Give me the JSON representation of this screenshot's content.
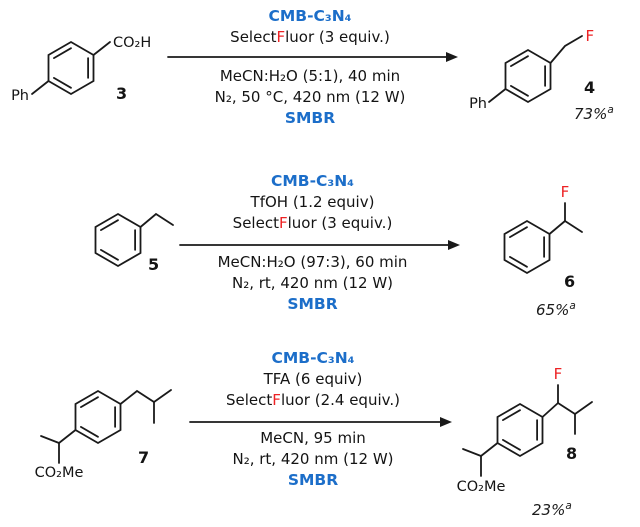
{
  "colors": {
    "catalyst_blue": "#1c6ec9",
    "fluorine_red": "#ed2224",
    "bond_black": "#1a1a1a"
  },
  "reactions": [
    {
      "substrate": {
        "label": "3",
        "atoms": {
          "ph": "Ph",
          "group": "CO₂H"
        }
      },
      "catalyst": "CMB-C₃N₄",
      "selectfluor": {
        "pre": "Select",
        "f": "F",
        "post": "luor (3 equiv.)"
      },
      "solvent_line": "MeCN:H₂O (5:1), 40 min",
      "conditions_line": "N₂, 50 °C, 420 nm (12 W)",
      "reactor": "SMBR",
      "product": {
        "label": "4",
        "atoms": {
          "ph": "Ph",
          "f": "F"
        },
        "yield": "73%",
        "yield_note": "a"
      }
    },
    {
      "substrate": {
        "label": "5"
      },
      "catalyst": "CMB-C₃N₄",
      "additive": "TfOH (1.2 equiv)",
      "selectfluor": {
        "pre": "Select",
        "f": "F",
        "post": "luor (3 equiv.)"
      },
      "solvent_line": "MeCN:H₂O (97:3), 60 min",
      "conditions_line": "N₂, rt, 420 nm (12 W)",
      "reactor": "SMBR",
      "product": {
        "label": "6",
        "atoms": {
          "f": "F"
        },
        "yield": "65%",
        "yield_note": "a"
      }
    },
    {
      "substrate": {
        "label": "7",
        "atoms": {
          "ester": "CO₂Me"
        }
      },
      "catalyst": "CMB-C₃N₄",
      "additive": "TFA (6 equiv)",
      "selectfluor": {
        "pre": "Select",
        "f": "F",
        "post": "luor (2.4 equiv.)"
      },
      "solvent_line": "MeCN, 95 min",
      "conditions_line": "N₂, rt, 420 nm (12 W)",
      "reactor": "SMBR",
      "product": {
        "label": "8",
        "atoms": {
          "f": "F",
          "ester": "CO₂Me"
        },
        "yield": "23%",
        "yield_note": "a"
      }
    }
  ]
}
